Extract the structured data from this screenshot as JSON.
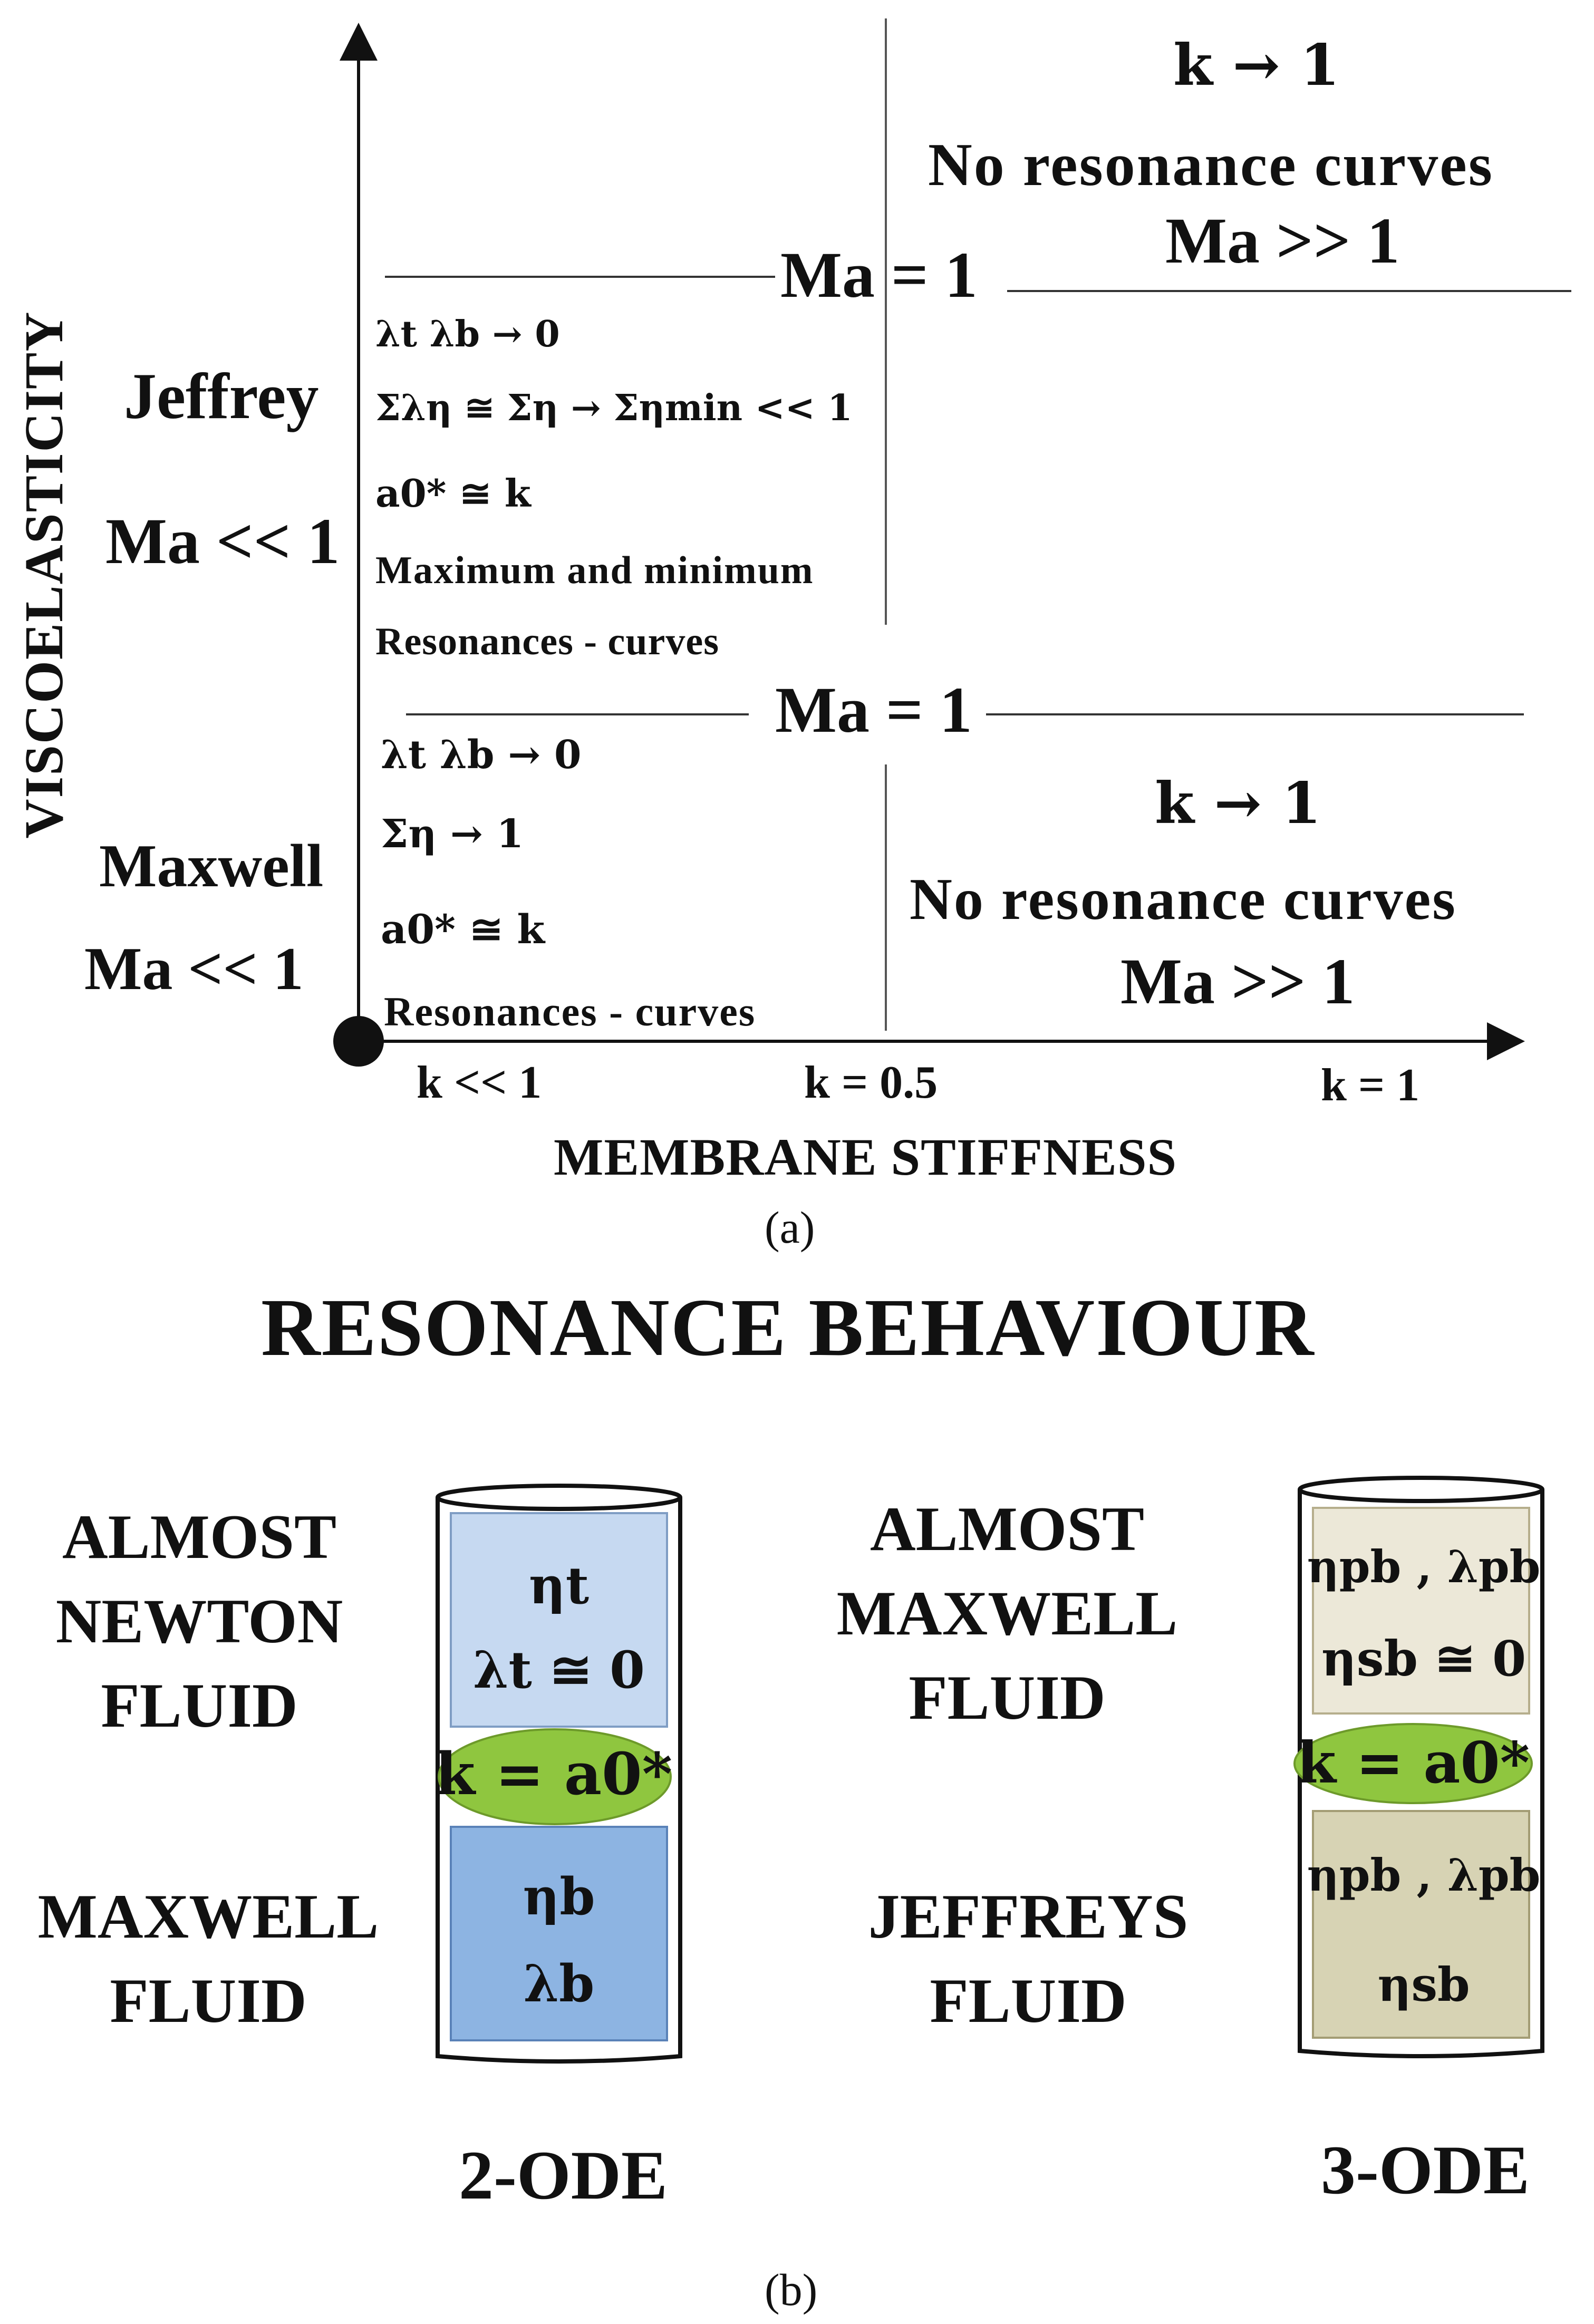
{
  "panel_a": {
    "caption": "(a)",
    "y_axis_label": "VISCOELASTICITY",
    "x_axis_label": "MEMBRANE STIFFNESS",
    "x_ticks": [
      "k << 1",
      "k = 0.5",
      "k = 1"
    ],
    "left_labels": {
      "jeffrey": "Jeffrey",
      "jeffrey_ma": "Ma << 1",
      "maxwell": "Maxwell",
      "maxwell_ma": "Ma << 1"
    },
    "boundary_upper": "Ma = 1",
    "boundary_middle": "Ma = 1",
    "upper_right": {
      "k": "k → 1",
      "text": "No resonance curves",
      "ma": "Ma >> 1"
    },
    "lower_right": {
      "k": "k → 1",
      "text": "No resonance curves",
      "ma": "Ma >> 1"
    },
    "jeffrey_region": {
      "line1": "λt λb → 0",
      "line2": "Σλη ≅ Ση → Σηmin << 1",
      "line3": "a0* ≅ k",
      "line4": "Maximum and minimum",
      "line5": "Resonances - curves"
    },
    "maxwell_region": {
      "line1": "λt λb → 0",
      "line2": "Ση → 1",
      "line3": "a0* ≅ k",
      "line4": "Resonances - curves"
    }
  },
  "panel_b": {
    "title": "RESONANCE BEHAVIOUR",
    "caption": "(b)",
    "left": {
      "top_label": [
        "ALMOST",
        "NEWTON",
        "FLUID"
      ],
      "bottom_label": [
        "MAXWELL",
        "FLUID"
      ],
      "top_box": {
        "line1": "ηt",
        "line2": "λt ≅ 0"
      },
      "middle": "k = a0*",
      "bottom_box": {
        "line1": "ηb",
        "line2": "λb"
      },
      "footer": "2-ODE"
    },
    "right": {
      "top_label": [
        "ALMOST",
        "MAXWELL",
        "FLUID"
      ],
      "bottom_label": [
        "JEFFREYS",
        "FLUID"
      ],
      "top_box": {
        "line1": "ηpb , λpb",
        "line2": "ηsb ≅ 0"
      },
      "middle": "k = a0*",
      "bottom_box": {
        "line1": "ηpb , λpb",
        "line2": "ηsb"
      },
      "footer": "3-ODE"
    },
    "colors": {
      "newton_box": "#c6d9f1",
      "maxwell_box": "#8db4e2",
      "almost_maxwell_box": "#ece8d8",
      "jeffreys_box": "#d7d3b4",
      "ellipse": "#8fc63f"
    }
  }
}
